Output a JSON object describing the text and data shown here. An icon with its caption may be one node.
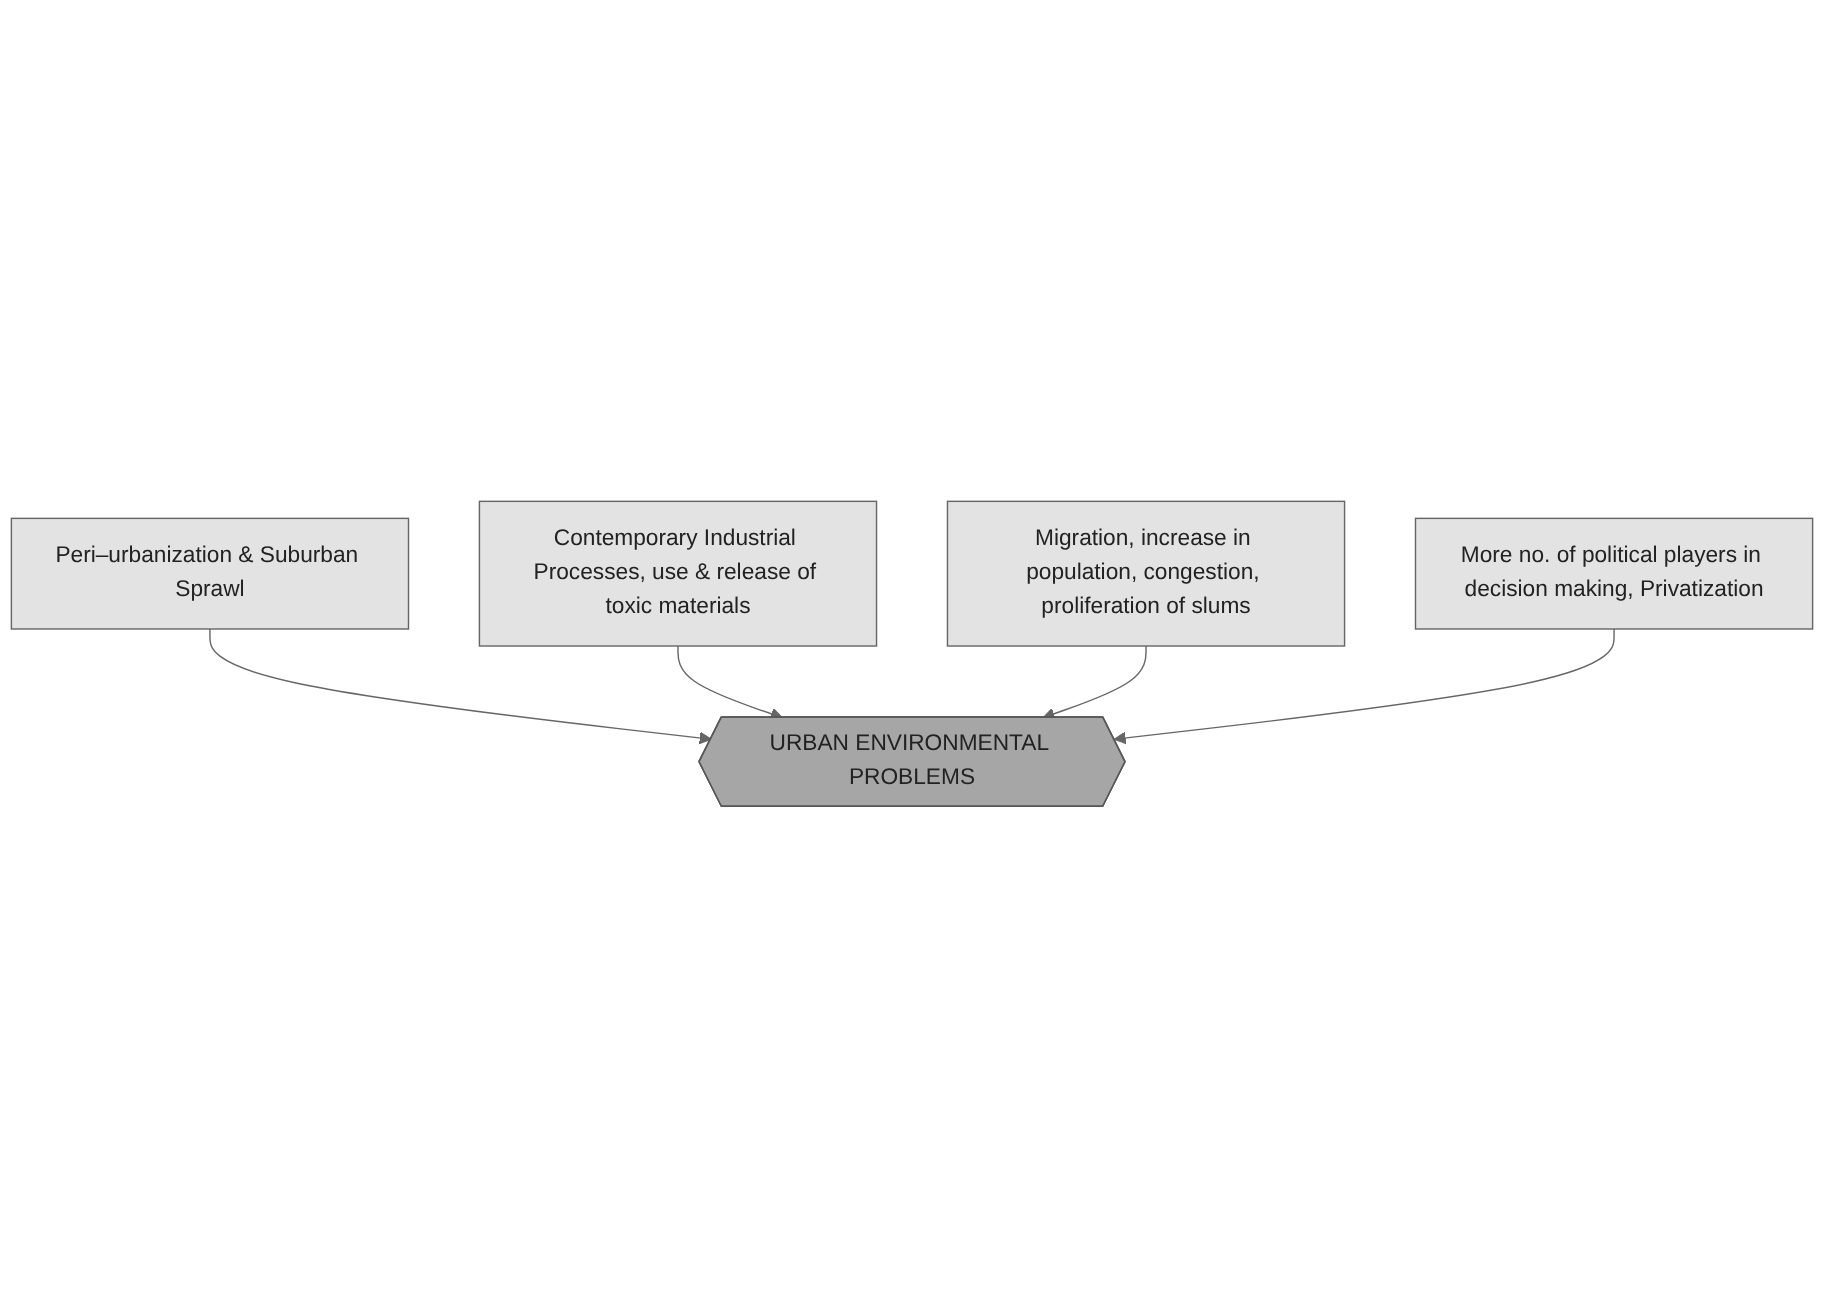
{
  "diagram": {
    "nodes": [
      {
        "text": [
          "Peri–urbanization & Suburban Sprawl"
        ]
      },
      {
        "text": [
          "Contemporary Industrial Processes, use & release of toxic materials"
        ]
      },
      {
        "text": [
          "URBAN ENVIRONMENTAL PROBLEMS"
        ]
      },
      {
        "text": [
          "Migration, increase in population, congestion, proliferation of slums"
        ]
      },
      {
        "text": [
          "More no. of political players in decision making, Privatization"
        ]
      }
    ],
    "edges": [
      {
        "from": 0,
        "to": 2,
        "arrow": "to"
      },
      {
        "from": 1,
        "to": 2,
        "arrow": "to"
      },
      {
        "from": 3,
        "to": 2,
        "arrow": "to"
      },
      {
        "from": 4,
        "to": 2,
        "arrow": "to"
      }
    ]
  }
}
